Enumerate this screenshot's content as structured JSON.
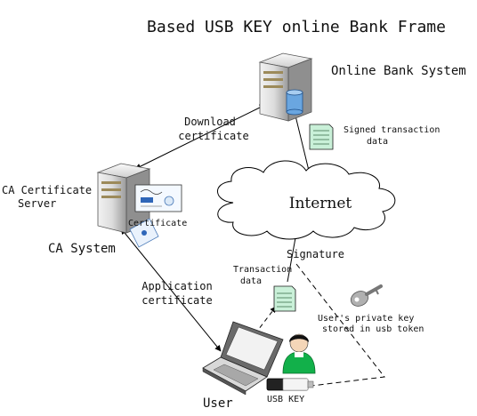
{
  "title": "Based USB KEY online Bank Frame",
  "nodes": {
    "online_bank": "Online Bank System",
    "ca_server": [
      "CA Certificate",
      "Server"
    ],
    "ca_system": "CA System",
    "internet": "Internet",
    "user": "User",
    "usb_key": "USB KEY",
    "certificate": "Certificate"
  },
  "edges": {
    "download": [
      "Download",
      "certificate"
    ],
    "application": [
      "Application",
      "certificate"
    ],
    "signature": "Signature",
    "transaction": [
      "Transaction",
      "data"
    ],
    "signed": [
      "Signed transaction",
      "data"
    ],
    "private_key": [
      "User's private key",
      "stored in usb token"
    ]
  },
  "colors": {
    "doc_fill": "#c9f0d8",
    "doc_stroke": "#1a1a1a",
    "user_shirt": "#12b04a",
    "db_blue": "#6aa6e0"
  }
}
